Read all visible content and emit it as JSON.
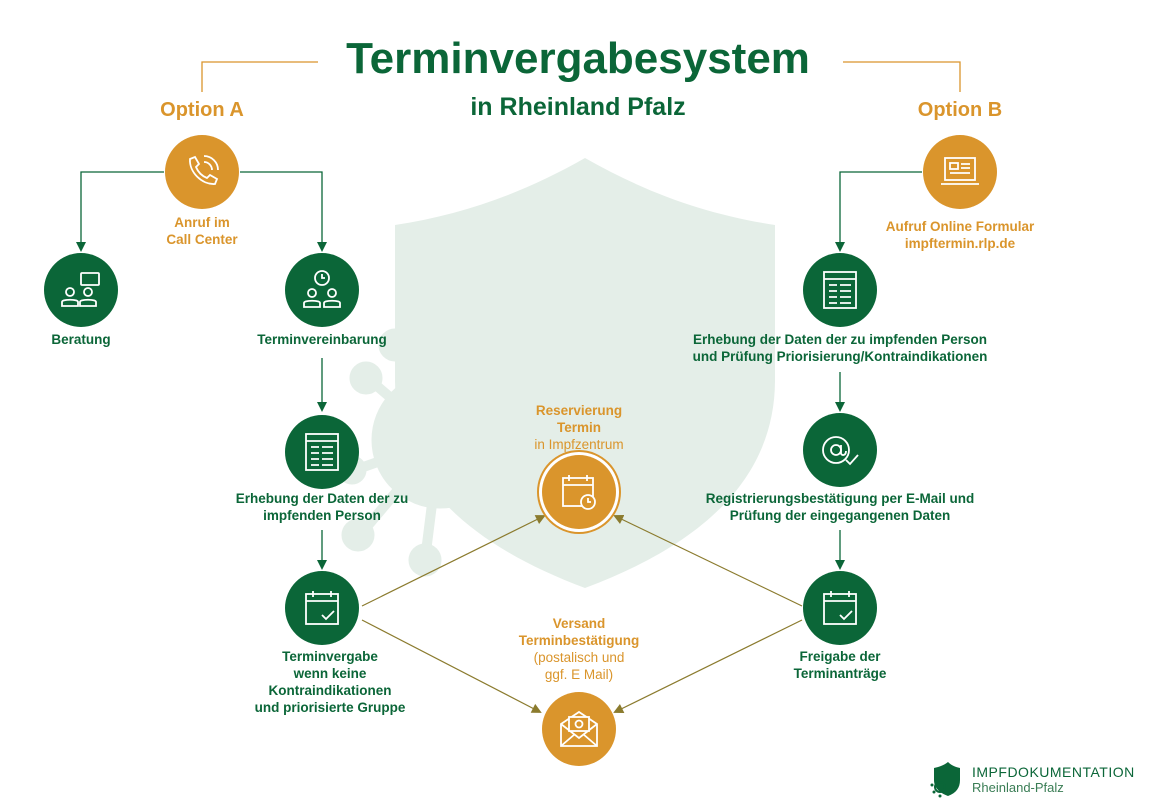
{
  "header": {
    "title": "Terminvergabesystem",
    "subtitle": "in Rheinland Pfalz"
  },
  "options": {
    "a": "Option A",
    "b": "Option B"
  },
  "nodes": {
    "call": [
      "Anruf im",
      "Call Center"
    ],
    "beratung": "Beratung",
    "terminvereinbarung": "Terminvereinbarung",
    "erhebung_left": [
      "Erhebung der Daten der zu",
      "impfenden Person"
    ],
    "terminvergabe": [
      "Terminvergabe",
      "wenn keine",
      "Kontraindikationen",
      "und priorisierte Gruppe"
    ],
    "reservierung": [
      "Reservierung",
      "Termin",
      "in Impfzentrum"
    ],
    "versand": [
      "Versand",
      "Terminbestätigung",
      "(postalisch und",
      "ggf. E Mail)"
    ],
    "online": [
      "Aufruf Online Formular",
      "impftermin.rlp.de"
    ],
    "erhebung_right": [
      "Erhebung der Daten der zu impfenden Person",
      "und Prüfung Priorisierung/Kontraindikationen"
    ],
    "registrierung": [
      "Registrierungsbestätigung per E-Mail und",
      "Prüfung der eingegangenen Daten"
    ],
    "freigabe": [
      "Freigabe der",
      "Terminanträge"
    ]
  },
  "logo": {
    "name": "IMPFDOKUMENTATION",
    "region": "Rheinland-Pfalz"
  },
  "colors": {
    "green": "#0b6638",
    "orange": "#da952c",
    "shield": "#e4eee8",
    "connector": "#8b7b2e"
  }
}
